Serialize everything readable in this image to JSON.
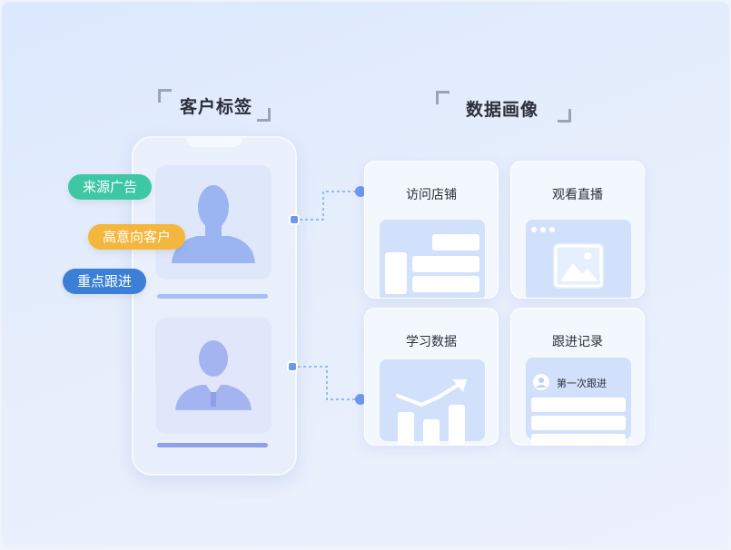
{
  "sections": {
    "tags_title": "客户标签",
    "profile_title": "数据画像"
  },
  "tags": [
    {
      "label": "来源广告",
      "color": "#3ec7a5"
    },
    {
      "label": "高意向客户",
      "color": "#f4b73d"
    },
    {
      "label": "重点跟进",
      "color": "#3b7fd6"
    }
  ],
  "cards": {
    "visit_store": "访问店铺",
    "watch_live": "观看直播",
    "learning_data": "学习数据",
    "follow_record": "跟进记录",
    "first_follow_up": "第一次跟进"
  },
  "colors": {
    "accent": "#6b98ee",
    "card_art": "#d1e1fb",
    "avatar_blue": "#9bb5f2"
  }
}
